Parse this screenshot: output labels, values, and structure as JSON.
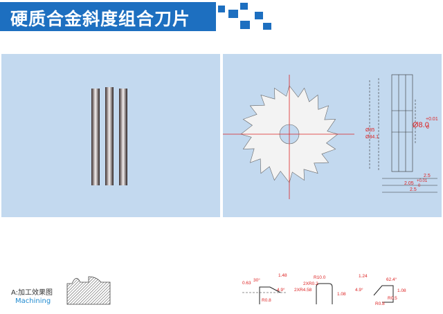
{
  "header": {
    "title": "硬质合金斜度组合刀片",
    "accent": "#1d6fc0"
  },
  "drawing": {
    "d_outer": "Ø35",
    "d_inner": "Ø34.1",
    "bore": "Ø8.0",
    "bore_tol_upper": "+0.01",
    "bore_tol_lower": "0",
    "w1": "2.5",
    "w2": "2.05",
    "w2_tol_upper": "+0.01",
    "w2_tol_lower": "0",
    "w3": "2.5"
  },
  "machining": {
    "label": "A:加工效果图",
    "label_en": "Machining"
  },
  "profiles": [
    {
      "dims": [
        "0.63",
        "30°",
        "1.48",
        "4.9°",
        "R0.8"
      ]
    },
    {
      "dims": [
        "R10.0",
        "2XR0.2",
        "2XR4.58",
        "1.08"
      ]
    },
    {
      "dims": [
        "1.24",
        "62.4°",
        "4.9°",
        "1.08",
        "R0.5",
        "R0.8"
      ]
    }
  ]
}
